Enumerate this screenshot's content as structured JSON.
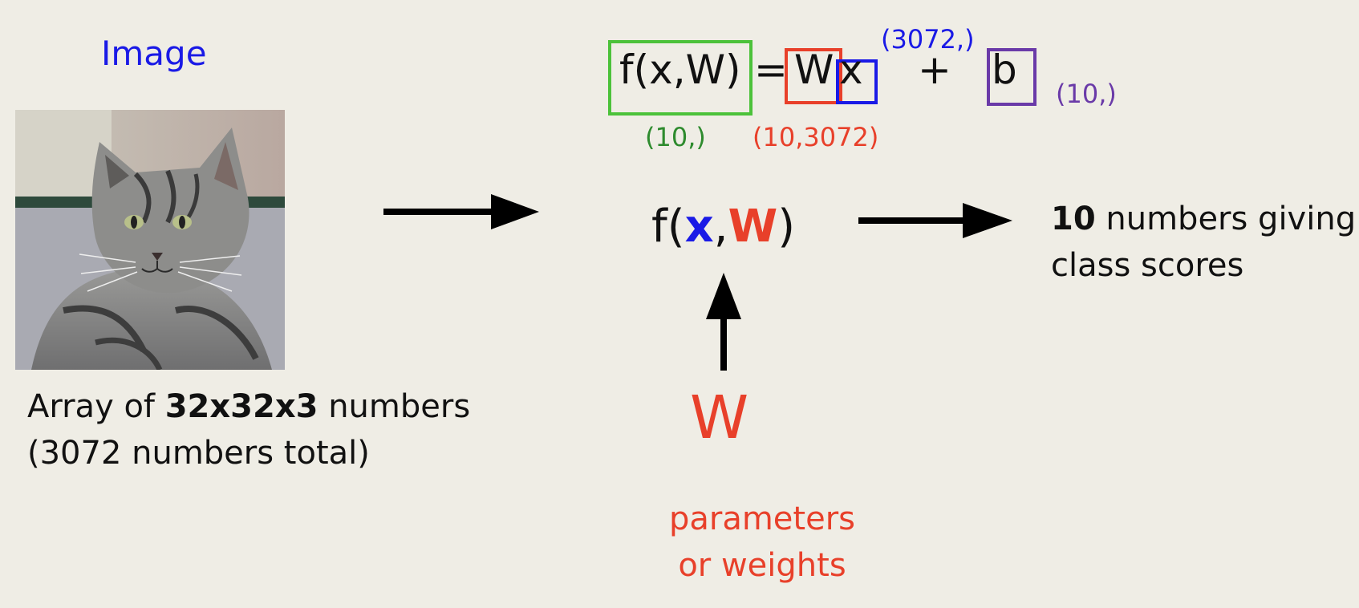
{
  "image_label": "Image",
  "array_line1_pre": "Array of ",
  "array_line1_bold": "32x32x3",
  "array_line1_post": " numbers",
  "array_line2": "(3072 numbers total)",
  "equation": {
    "lhs": "f(x,W)",
    "equals": "=",
    "w": "W",
    "x": "x",
    "plus": "+",
    "b": "b",
    "dim_lhs": "(10,)",
    "dim_w": "(10,3072)",
    "dim_x": "(3072,)",
    "dim_b": "(10,)"
  },
  "function": {
    "f_open": "f(",
    "x": "x",
    "comma": ",",
    "w": "W",
    "close": ")"
  },
  "weights_symbol": "W",
  "weights_line1": "parameters",
  "weights_line2": "or weights",
  "scores_bold": "10",
  "scores_line1_rest": " numbers giving",
  "scores_line2": "class scores",
  "colors": {
    "blue": "#1a1ae6",
    "red": "#e8402a",
    "green": "#4cc23a",
    "purple": "#6a3aa8",
    "dim_green": "#2e8b2e"
  },
  "icons": {
    "photo": "tabby-cat-photo"
  }
}
